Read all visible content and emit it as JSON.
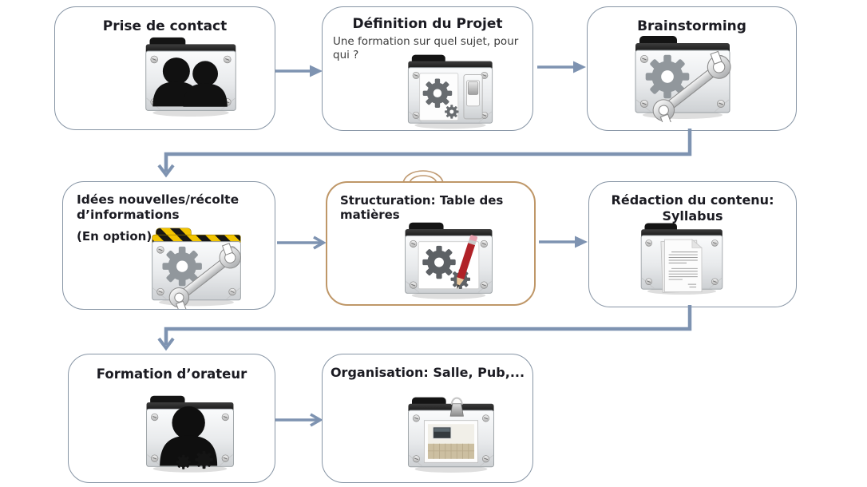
{
  "diagram": {
    "background": "#ffffff",
    "colors": {
      "arrow": "#7e93b1",
      "box_border": "#8795a5",
      "highlight_border": "#bf9768",
      "title_text": "#1b1b22",
      "subtitle_text": "#3c3c3c"
    },
    "boxes": [
      {
        "id": "prise-de-contact",
        "title": "Prise de contact",
        "icon": "folder-two-people-icon"
      },
      {
        "id": "definition-du-projet",
        "title": "Définition du Projet",
        "subtitle": "Une formation sur quel sujet, pour qui ?",
        "icon": "folder-gears-switch-icon"
      },
      {
        "id": "brainstorming",
        "title": "Brainstorming",
        "icon": "folder-gear-wrench-icon"
      },
      {
        "id": "idees-nouvelles",
        "title": "Idées nouvelles/récolte d’informations",
        "note": "(En option)",
        "icon": "folder-hazard-gear-wrench-icon"
      },
      {
        "id": "structuration",
        "title": "Structuration: Table des matières",
        "icon": "folder-gears-pencil-icon",
        "highlighted": true
      },
      {
        "id": "redaction-contenu",
        "title": "Rédaction du contenu: Syllabus",
        "icon": "folder-documents-icon"
      },
      {
        "id": "formation-orateur",
        "title": "Formation d’orateur",
        "icon": "folder-person-icon"
      },
      {
        "id": "organisation",
        "title": "Organisation: Salle, Pub,...",
        "icon": "folder-room-photo-clip-icon"
      }
    ],
    "connections": [
      {
        "from": "prise-de-contact",
        "to": "definition-du-projet"
      },
      {
        "from": "definition-du-projet",
        "to": "brainstorming"
      },
      {
        "from": "brainstorming",
        "to": "idees-nouvelles"
      },
      {
        "from": "idees-nouvelles",
        "to": "structuration"
      },
      {
        "from": "structuration",
        "to": "redaction-contenu"
      },
      {
        "from": "redaction-contenu",
        "to": "formation-orateur"
      },
      {
        "from": "formation-orateur",
        "to": "organisation"
      }
    ]
  }
}
